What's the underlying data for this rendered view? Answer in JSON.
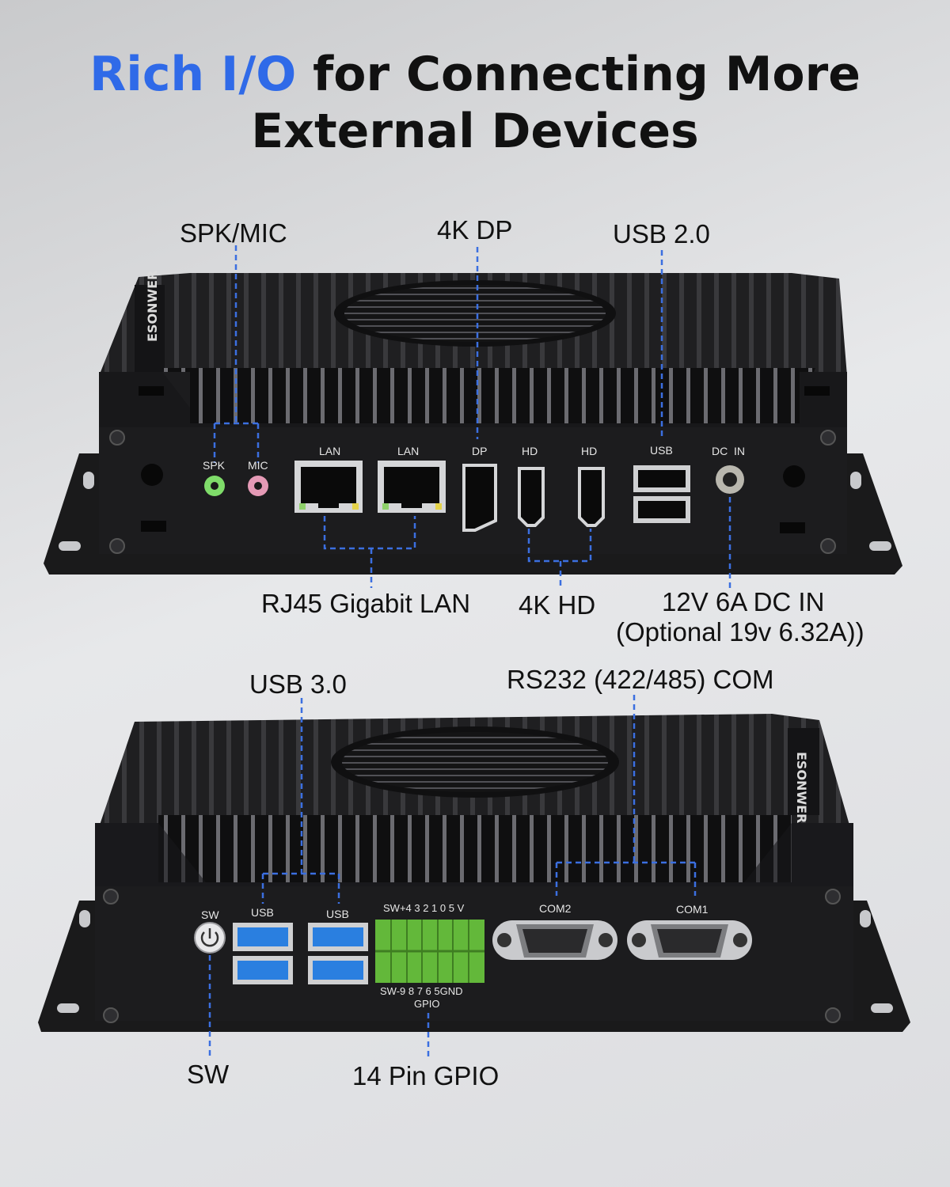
{
  "title": {
    "accent": "Rich I/O",
    "line1_rest": " for Connecting More",
    "line2": "External Devices"
  },
  "brand": "ESONWER",
  "colors": {
    "accent": "#2f6ae8",
    "leader_line": "#3b6fe0",
    "chassis": "#1c1c1e",
    "usb3_blue": "#2a7fe0",
    "gpio_green": "#63b83a"
  },
  "front_panel": {
    "callouts": {
      "spk_mic": "SPK/MIC",
      "dp": "4K DP",
      "usb2": "USB 2.0",
      "lan": "RJ45 Gigabit LAN",
      "hd": "4K HD",
      "dc_in_line1": "12V 6A DC IN",
      "dc_in_line2": "(Optional 19v 6.32A))"
    },
    "port_labels": {
      "spk": "SPK",
      "mic": "MIC",
      "lan1": "LAN",
      "lan2": "LAN",
      "dp": "DP",
      "hd1": "HD",
      "hd2": "HD",
      "usb": "USB",
      "dc_in": "DC  IN"
    }
  },
  "back_panel": {
    "callouts": {
      "usb3": "USB 3.0",
      "com": "RS232 (422/485) COM",
      "sw": "SW",
      "gpio": "14 Pin GPIO"
    },
    "port_labels": {
      "sw": "SW",
      "usb1": "USB",
      "usb2": "USB",
      "gpio_top": "SW+4 3 2 1 0 5 V",
      "gpio_bottom": "SW-9 8 7 6 5GND",
      "gpio": "GPIO",
      "com2": "COM2",
      "com1": "COM1"
    }
  }
}
